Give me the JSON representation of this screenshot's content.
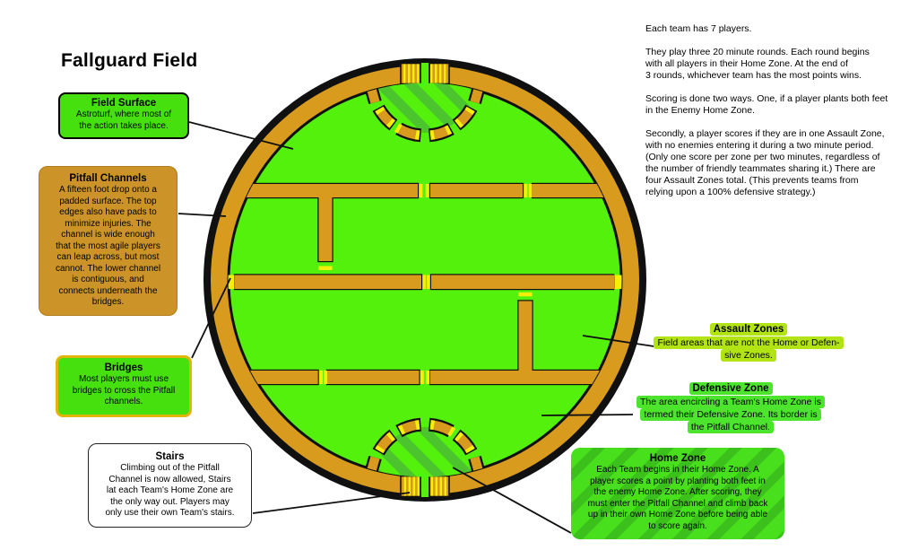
{
  "title": "Fallguard Field",
  "rules": {
    "paragraphs": [
      "Each team has 7 players.",
      "They play three 20 minute rounds. Each round begins\nwith all players in their Home Zone.  At the end of\n3 rounds, whichever team has the most points wins.",
      "Scoring is done two ways. One, if a player plants both feet\nin the Enemy Home Zone.",
      "Secondly, a player scores if they are in one Assault Zone,\nwith no enemies entering it during a two minute period.\n(Only one score per zone per two minutes, regardless of\nthe number of friendly teammates sharing it.)  There are\nfour Assault Zones total. (This prevents teams from\nrelying upon a 100% defensive strategy.)"
    ]
  },
  "callouts": {
    "field_surface": {
      "title": "Field Surface",
      "body": "Astroturf, where most of\nthe action takes place."
    },
    "pitfall_channels": {
      "title": "Pitfall Channels",
      "body": "A fifteen foot drop onto a\npadded surface. The top\nedges also have pads to\nminimize injuries. The\nchannel is wide enough\nthat the most agile players\ncan leap across, but most\ncannot.  The lower channel\nis contiguous, and\nconnects underneath the\nbridges."
    },
    "bridges": {
      "title": "Bridges",
      "body": "Most players must use\nbridges to cross the Pitfall\nchannels."
    },
    "stairs": {
      "title": "Stairs",
      "body": "Climbing out of the Pitfall\nChannel is now allowed, Stairs\nlat each Team's Home Zone are\nthe only way out.  Players may\nonly use their own Team's stairs."
    },
    "assault_zones": {
      "title": "Assault Zones",
      "body": "Field areas that are not the Home or Defen-\nsive Zones."
    },
    "defensive_zone": {
      "title": "Defensive Zone",
      "body": "The area encircling a Team's Home Zone is\ntermed their Defensive Zone.  Its border is\nthe Pitfall Channel."
    },
    "home_zone": {
      "title": "Home Zone",
      "body": "Each Team begins in their Home Zone. A\nplayer scores a point by planting both feet in\nthe enemy Home Zone.  After scoring, they\nmust enter the Pitfall Channel and climb back\nup in their own Home Zone before being able\nto score again."
    }
  },
  "colors": {
    "field-green": "#54f10c",
    "field-stripe": "#4cc42e",
    "channel-orange": "#d89b1e",
    "bridge-yellow": "#f4ee0a",
    "outline-black": "#101010",
    "box-green": "#46e00e",
    "box-orange": "#cc9428",
    "bridges-border": "#e2b50b",
    "assault-highlight": "#b2e414",
    "defensive-highlight": "#4ce42c",
    "homezone-base": "#48df1d",
    "homezone-stripe": "#3cc01c"
  }
}
